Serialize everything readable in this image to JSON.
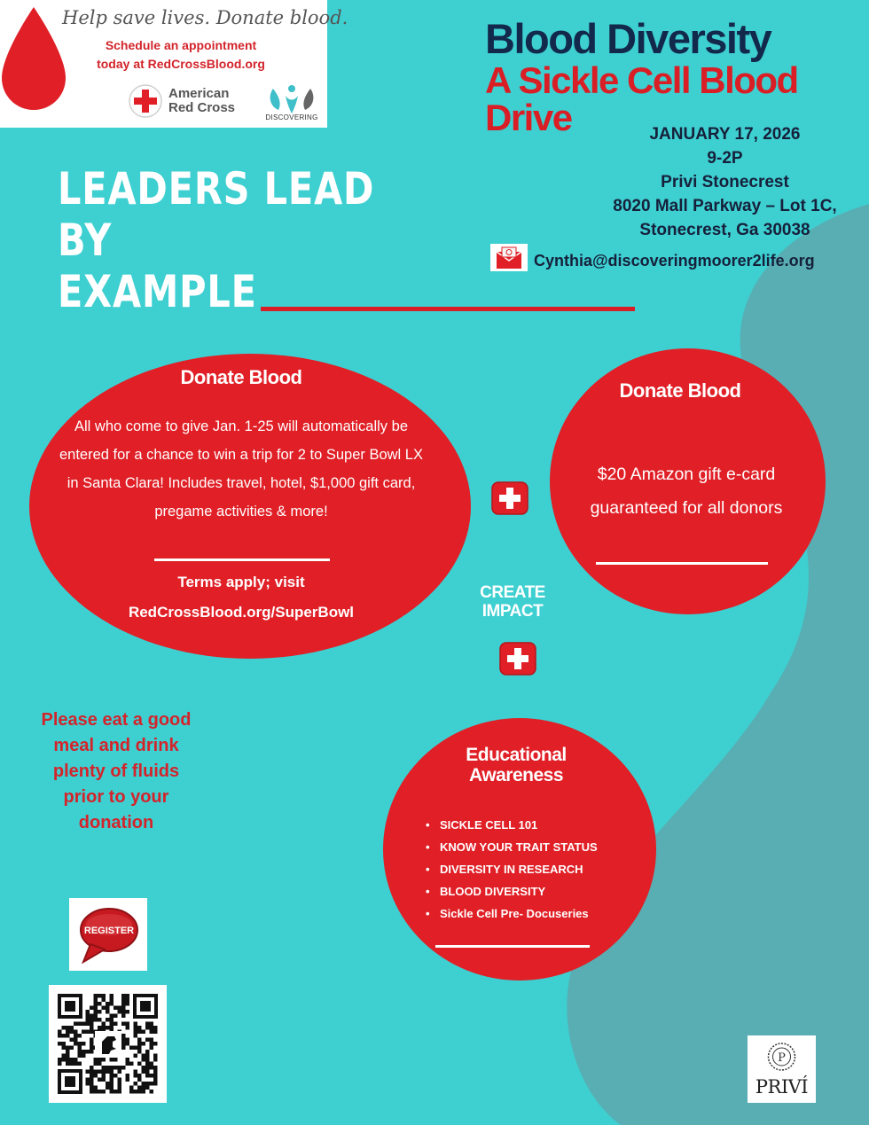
{
  "banner": {
    "tagline": "Help save lives. Donate blood.",
    "schedule_line1": "Schedule an appointment",
    "schedule_line2": "today at RedCrossBlood.org",
    "arc_line1": "American",
    "arc_line2": "Red Cross",
    "partner_logo_text": "DISCOVERING",
    "icons": [
      "blood-drop-icon",
      "red-cross-icon",
      "discovering-logo-icon"
    ]
  },
  "title": {
    "line1": "Blood Diversity",
    "line2": "A Sickle Cell Blood Drive"
  },
  "event": {
    "date": "JANUARY 17, 2026",
    "time": "9-2P",
    "venue": "Privi Stonecrest",
    "address1": "8020 Mall Parkway – Lot 1C,",
    "address2": "Stonecrest, Ga 30038",
    "email": "Cynthia@discoveringmoorer2life.org",
    "email_icon": "mail-icon"
  },
  "slogan": {
    "line1": "LEADERS LEAD BY",
    "line2": "EXAMPLE"
  },
  "donate_main": {
    "heading": "Donate Blood",
    "body": "All who come to give Jan. 1-25 will automatically be entered for a chance to win a trip for 2 to Super Bowl LX in Santa Clara! Includes travel, hotel, $1,000 gift card, pregame activities & more!",
    "terms_line1": "Terms apply; visit",
    "terms_line2": "RedCrossBlood.org/SuperBowl"
  },
  "donate_reward": {
    "heading": "Donate Blood",
    "body": "$20 Amazon gift e-card guaranteed for all donors"
  },
  "impact": {
    "line1": "CREATE",
    "line2": "IMPACT",
    "icon": "medical-plus-icon"
  },
  "education": {
    "heading": "Educational Awareness",
    "items": [
      "SICKLE CELL 101",
      "KNOW YOUR TRAIT STATUS",
      " DIVERSITY IN RESEARCH",
      "BLOOD DIVERSITY",
      "Sickle Cell Pre- Docuseries"
    ]
  },
  "advice": {
    "line1": "Please eat a good",
    "line2": "meal and drink",
    "line3": "plenty of fluids",
    "line4": "prior to your",
    "line5": "donation"
  },
  "register": {
    "label": "REGISTER"
  },
  "privi": {
    "logo_letter": "P",
    "wordmark": "PRIVÍ"
  },
  "colors": {
    "background": "#3ecfd1",
    "wave": "#58aeb2",
    "red": "#e01f26",
    "navy": "#13294b",
    "white": "#ffffff"
  }
}
